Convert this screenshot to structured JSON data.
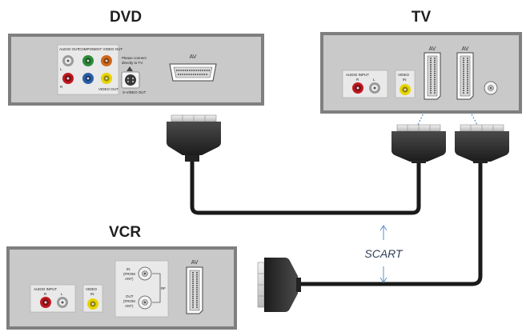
{
  "devices": {
    "dvd": {
      "title": "DVD",
      "audio_out_label": "AUDIO OUT",
      "component_label": "COMPONENT VIDEO OUT",
      "l": "L",
      "r": "R",
      "video_out_label": "VIDEO OUT",
      "svideo_note_1": "Please connect",
      "svideo_note_2": "directly to TV.",
      "svideo_label": "S-VIDEO OUT",
      "av_label": "AV"
    },
    "tv": {
      "title": "TV",
      "audio_input_label": "AUDIO INPUT",
      "r": "R",
      "l": "L",
      "video_in_label_1": "VIDEO",
      "video_in_label_2": "IN",
      "av1_label": "AV",
      "av2_label": "AV"
    },
    "vcr": {
      "title": "VCR",
      "audio_input_label": "AUDIO INPUT",
      "r": "R",
      "l": "L",
      "video_in_label_1": "VIDEO",
      "video_in_label_2": "IN",
      "rf_in_1": "IN",
      "rf_in_2": "(FROM",
      "rf_in_3": "ANT)",
      "rf_out_1": "OUT",
      "rf_out_2": "(FROM",
      "rf_out_3": "ANT)",
      "rf_label": "RF",
      "av_label": "AV"
    }
  },
  "cable_label": "SCART",
  "colors": {
    "device_body": "#7f7f7f",
    "device_panel": "#c9c9c9",
    "connector": "#2b2b2b",
    "cable": "#1a1a1a",
    "jack_red": "#c0181f",
    "jack_yellow": "#e8d400",
    "jack_green": "#2e8b3a",
    "jack_blue": "#2b5fa8",
    "scart_text": "#2f3e56"
  }
}
